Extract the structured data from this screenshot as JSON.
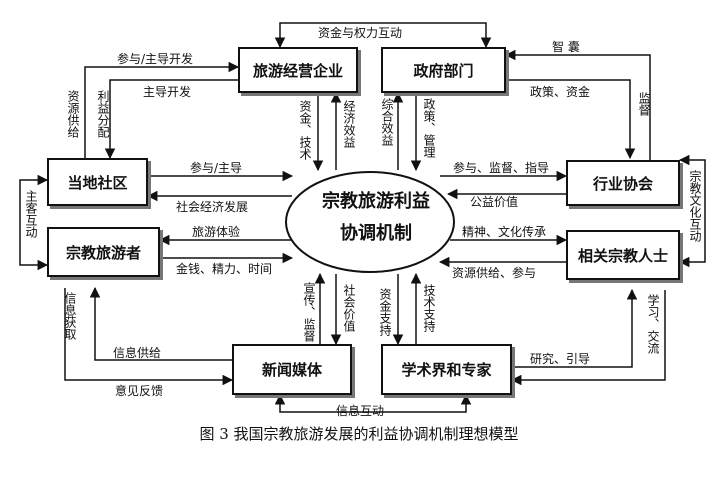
{
  "boxes": {
    "tourism_enterprise": "旅游经营企业",
    "government": "政府部门",
    "local_community": "当地社区",
    "industry_association": "行业协会",
    "religious_tourist": "宗教旅游者",
    "religious_people": "相关宗教人士",
    "news_media": "新闻媒体",
    "academia": "学术界和专家"
  },
  "center": {
    "line1": "宗教旅游利益",
    "line2": "协调机制"
  },
  "labels": {
    "capital_power": "资金与权力互动",
    "think_tank": "智  囊",
    "participate_lead": "参与/主导开发",
    "lead_dev": "主导开发",
    "resource_supply": "资源供给",
    "profit_share": "利益分配",
    "capital_tech": "资金、技术",
    "econ_benefit": "经济效益",
    "comp_benefit": "综合效益",
    "policy_mgmt": "政策、管理",
    "policy_capital": "政策、资金",
    "supervise": "监督",
    "host_guest": "主客互动",
    "participate_lead2": "参与/主导",
    "socio_econ": "社会经济发展",
    "participate_supervise_guide": "参与、监督、指导",
    "public_value": "公益价值",
    "religious_culture": "宗教文化互动",
    "travel_exp": "旅游体验",
    "spirit_culture": "精神、文化传承",
    "money_energy_time": "金钱、精力、时间",
    "resource_participate": "资源供给、参与",
    "publicity_supervise": "宣传、监督",
    "social_value": "社会价值",
    "capital_support": "资金支持",
    "tech_support": "技术支持",
    "info_acquire": "信息获取",
    "learn_exchange": "学习、交流",
    "info_supply": "信息供给",
    "feedback": "意见反馈",
    "research_guide": "研究、引导",
    "info_interact": "信息互动"
  },
  "caption": "图 3   我国宗教旅游发展的利益协调机制理想模型"
}
